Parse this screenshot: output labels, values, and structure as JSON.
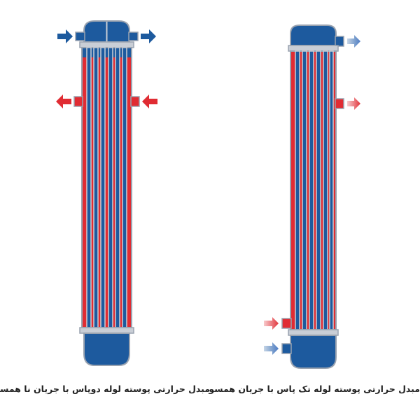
{
  "captions": {
    "left": "مبدل حرارتی پوسته لوله دوپاس با جریان نا همسو",
    "right": "مبدل حرارتی پوسته لوله تک پاس با جریان همسو"
  },
  "colors": {
    "hot": "#e02c33",
    "cold": "#1d5a9e",
    "shell_outline": "#9aa3b0",
    "tube_sheet": "#c9ced6",
    "background": "#ffffff"
  },
  "exchangers": [
    {
      "type": "two-pass",
      "flow": "counter-flow",
      "tube_count": 6
    },
    {
      "type": "single-pass",
      "flow": "parallel-flow",
      "tube_count": 6
    }
  ]
}
